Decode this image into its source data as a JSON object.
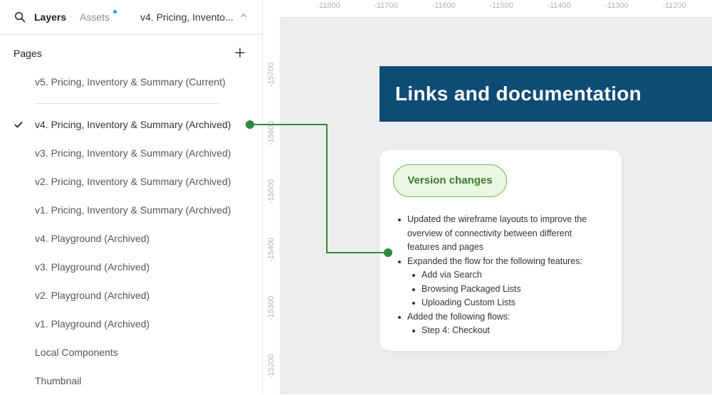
{
  "sidebar": {
    "tabs": {
      "layers": "Layers",
      "assets": "Assets",
      "current_page": "v4. Pricing, Invento..."
    },
    "pages_title": "Pages",
    "pages": [
      {
        "label": "v5. Pricing, Inventory & Summary (Current)"
      },
      {
        "label": "v4. Pricing, Inventory & Summary (Archived)",
        "selected": true
      },
      {
        "label": "v3. Pricing, Inventory & Summary (Archived)"
      },
      {
        "label": "v2. Pricing, Inventory & Summary (Archived)"
      },
      {
        "label": "v1. Pricing, Inventory & Summary (Archived)"
      },
      {
        "label": "v4. Playground (Archived)"
      },
      {
        "label": "v3. Playground (Archived)"
      },
      {
        "label": "v2. Playground (Archived)"
      },
      {
        "label": "v1. Playground (Archived)"
      },
      {
        "label": "Local Components"
      },
      {
        "label": "Thumbnail"
      }
    ]
  },
  "canvas": {
    "ruler_top": [
      "-11800",
      "-11700",
      "-11600",
      "-11500",
      "-11400",
      "-11300",
      "-11200"
    ],
    "ruler_left": [
      "-15700",
      "-15600",
      "-15500",
      "-15400",
      "-15300",
      "-15200"
    ],
    "banner_title": "Links and documentation",
    "card": {
      "pill": "Version changes",
      "items": [
        {
          "text": "Updated the wireframe layouts to improve the",
          "level": 1
        },
        {
          "text": "overview of connectivity between different",
          "level": 0
        },
        {
          "text": "features and pages",
          "level": 0
        },
        {
          "text": "Expanded the flow for the following features:",
          "level": 1
        },
        {
          "text": "Add via Search",
          "level": 2
        },
        {
          "text": "Browsing Packaged Lists",
          "level": 2
        },
        {
          "text": "Uploading Custom Lists",
          "level": 2
        },
        {
          "text": "Added the following flows:",
          "level": 1
        },
        {
          "text": "Step 4: Checkout",
          "level": 2
        }
      ]
    }
  },
  "colors": {
    "banner": "#0f4c75",
    "connector": "#2e8b3e",
    "pill_border": "#6fbf5a",
    "accent_dot": "#18a0fb"
  }
}
